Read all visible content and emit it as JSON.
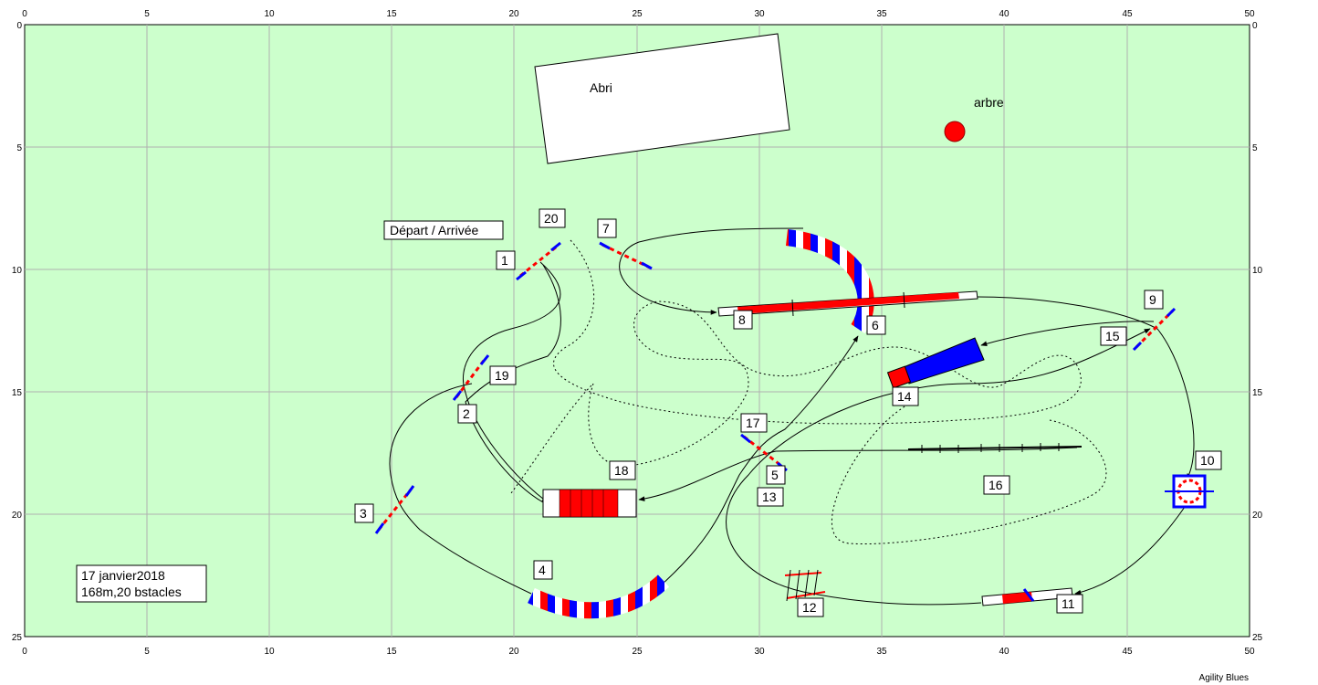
{
  "diagram": {
    "type": "agility course plan",
    "field": {
      "width_m": 50,
      "height_m": 25,
      "grid_step_m": 5,
      "color": "#ccffcc"
    },
    "colors": {
      "red": "#ff0000",
      "blue": "#0000ff",
      "white": "#ffffff",
      "black": "#000000"
    },
    "axis_x_ticks": [
      "0",
      "5",
      "10",
      "15",
      "20",
      "25",
      "30",
      "35",
      "40",
      "45",
      "50"
    ],
    "axis_y_ticks": [
      "0",
      "5",
      "10",
      "15",
      "20",
      "25"
    ],
    "labels": {
      "shelter": "Abri",
      "tree": "arbre",
      "start_finish": "Départ / Arrivée"
    },
    "info_box": {
      "line1": "17 janvier2018",
      "line2": "168m,20 bstacles"
    },
    "obstacle_numbers": [
      "1",
      "2",
      "3",
      "4",
      "5",
      "6",
      "7",
      "8",
      "9",
      "10",
      "11",
      "12",
      "13",
      "14",
      "15",
      "16",
      "17",
      "18",
      "19",
      "20"
    ],
    "footer": "Agility Blues"
  }
}
